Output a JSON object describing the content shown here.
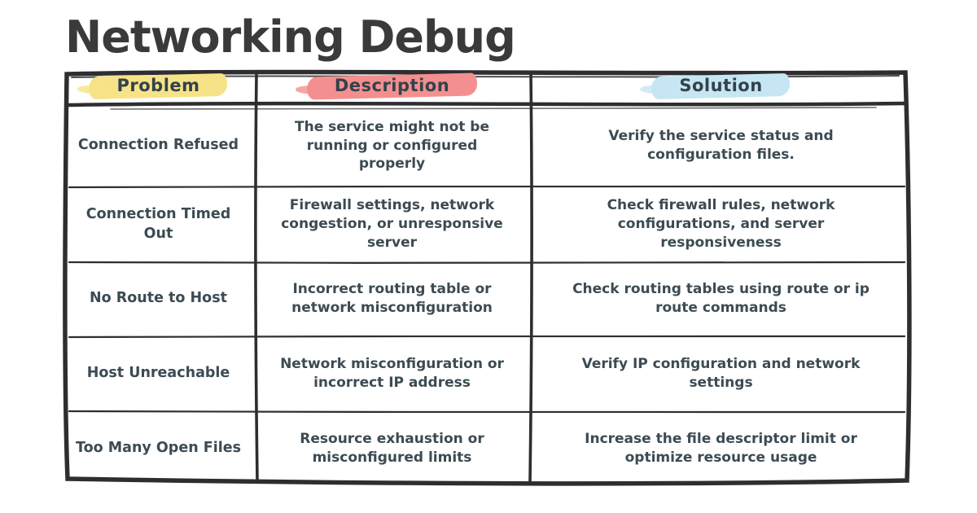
{
  "chart_data": {
    "type": "table",
    "title": "Networking Debug",
    "columns": [
      "Problem",
      "Description",
      "Solution"
    ],
    "rows": [
      [
        "Connection Refused",
        "The service might not be running or configured properly",
        "Verify the service status and configuration files."
      ],
      [
        "Connection Timed Out",
        "Firewall settings, network congestion, or unresponsive server",
        "Check firewall rules, network configurations, and server responsiveness"
      ],
      [
        "No Route to Host",
        "Incorrect routing table or network misconfiguration",
        "Check routing tables using route or ip route commands"
      ],
      [
        "Host Unreachable",
        "Network misconfiguration or incorrect IP address",
        "Verify IP configuration and network settings"
      ],
      [
        "Too Many Open Files",
        "Resource exhaustion or misconfigured limits",
        "Increase the file descriptor limit or optimize resource usage"
      ]
    ],
    "layout_hints": {
      "style": "hand-drawn sketch table",
      "header_highlights": [
        "yellow",
        "pink",
        "blue"
      ],
      "grid": "on"
    }
  },
  "style": {
    "ink_color": "#2e2e30",
    "title_color": "#3a3a3c",
    "cell_text_color": "#3c4b53",
    "highlight_yellow": "#f7e387",
    "highlight_pink": "#f48f8f",
    "highlight_blue": "#c5e6f2",
    "background": "#ffffff"
  }
}
